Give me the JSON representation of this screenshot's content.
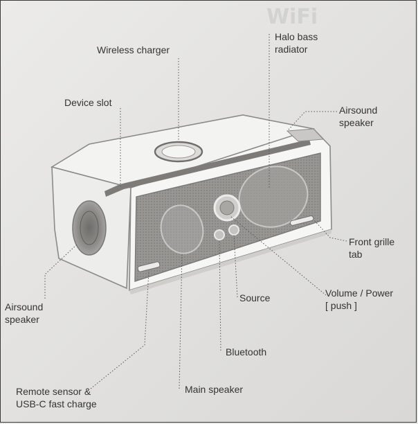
{
  "callouts": {
    "wireless_charger": "Wireless charger",
    "halo_bass_radiator": "Halo bass\nradiator",
    "device_slot": "Device slot",
    "airsound_speaker_back": "Airsound\nspeaker",
    "front_grille_tab": "Front grille\ntab",
    "airsound_speaker_side": "Airsound\nspeaker",
    "source": "Source",
    "volume_power": "Volume / Power\n[ push ]",
    "bluetooth": "Bluetooth",
    "remote_sensor_usb": "Remote sensor &\nUSB-C fast charge",
    "main_speaker": "Main speaker"
  },
  "colors": {
    "outline": "#8a8a88",
    "leader": "#555555",
    "grille": "#8f8e8b",
    "body": "#f4f4f2",
    "accent": "#6f6e6b"
  }
}
